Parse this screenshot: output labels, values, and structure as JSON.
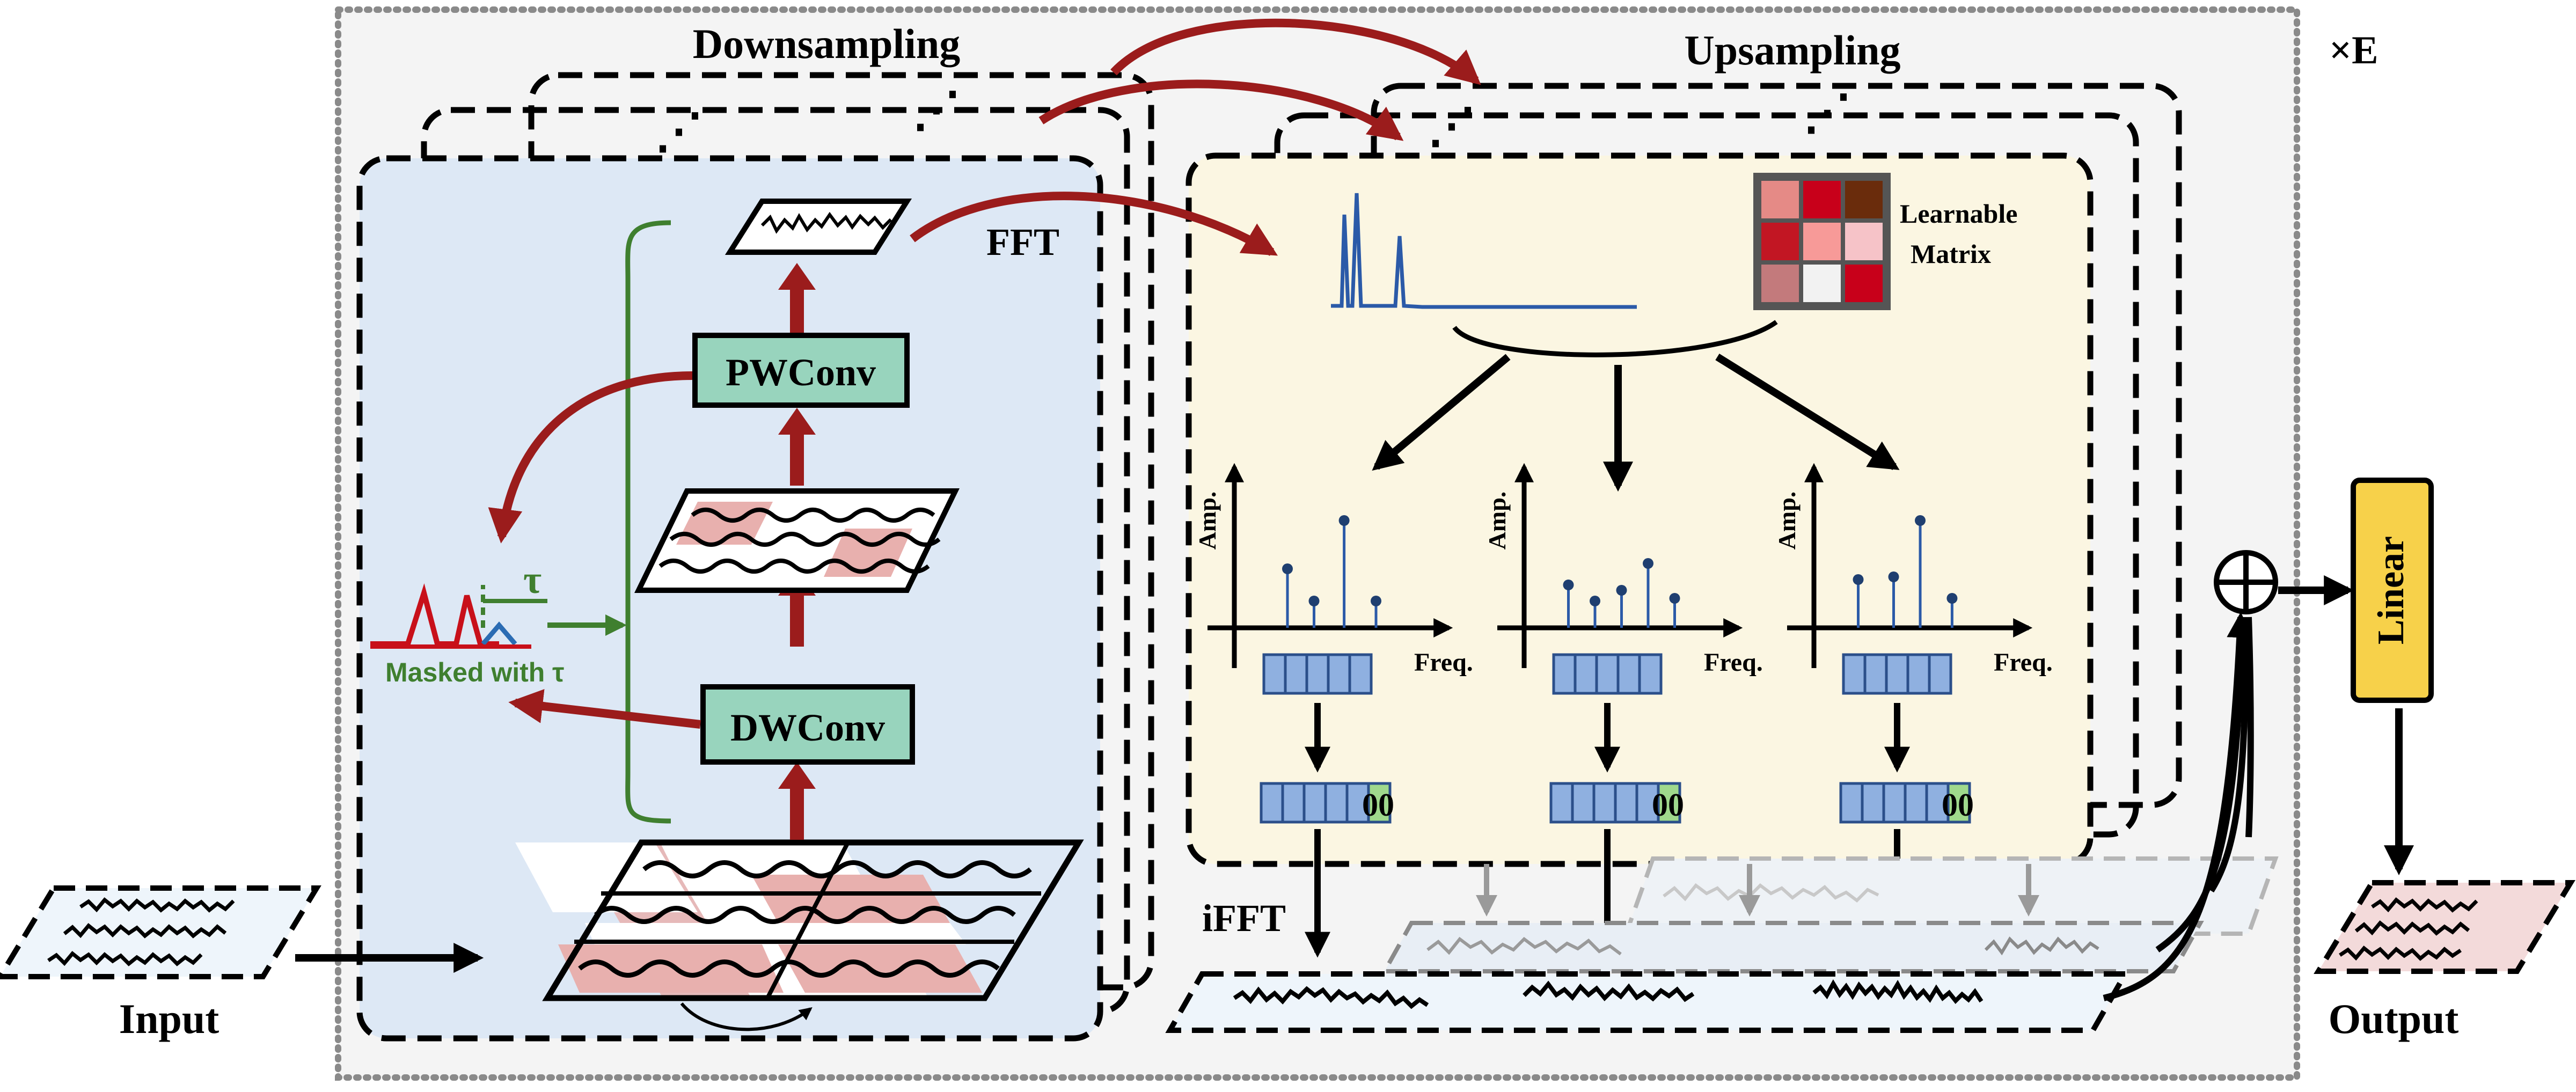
{
  "labels": {
    "downsampling": "Downsampling",
    "upsampling": "Upsampling",
    "repeat": "×E",
    "input": "Input",
    "output": "Output",
    "fft": "FFT",
    "ifft": "iFFT",
    "pwconv": "PWConv",
    "dwconv": "DWConv",
    "masked": "Masked with τ",
    "tau": "τ",
    "learnable_line1": "Learnable",
    "learnable_line2": "Matrix",
    "linear": "Linear",
    "amp": "Amp.",
    "freq": "Freq.",
    "zeros": "00"
  },
  "colors": {
    "dark_red": "#9b1c1c",
    "green": "#3f7f2f",
    "teal_box": "#98d4bd",
    "down_bg": "#dde8f5",
    "up_bg": "#fbf6e2",
    "outer_bg": "#f4f4f4",
    "blue_cell": "#8fb0e0",
    "green_cell": "#9fd98c",
    "linear_fill": "#f7d14a"
  },
  "learnable_matrix": [
    "#e58a86",
    "#c8001a",
    "#6a2c0c",
    "#c21623",
    "#f79a98",
    "#f6c3c8",
    "#c37a7c",
    "#f2f2f2",
    "#c8001a"
  ]
}
